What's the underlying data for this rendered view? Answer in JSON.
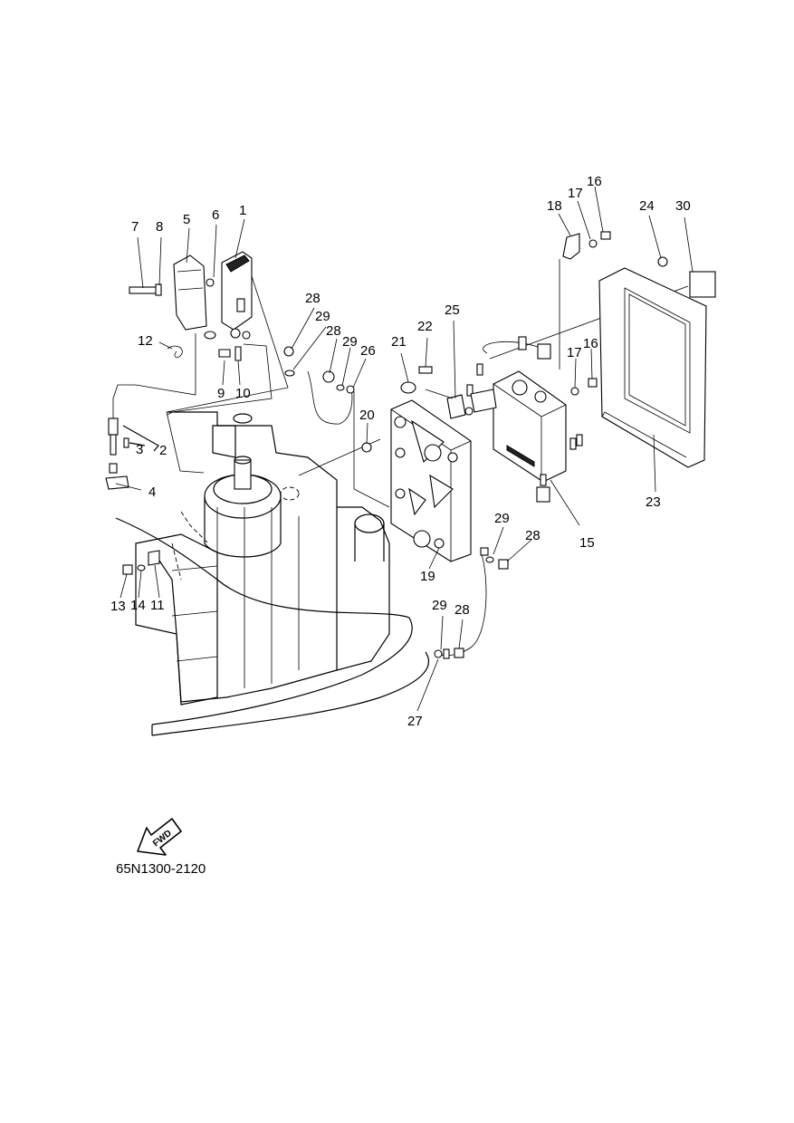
{
  "diagram": {
    "drawing_code": "65N1300-2120",
    "fwd_label": "FWD",
    "callouts": [
      "1",
      "2",
      "3",
      "4",
      "5",
      "6",
      "7",
      "8",
      "9",
      "10",
      "11",
      "12",
      "13",
      "14",
      "15",
      "16",
      "16",
      "17",
      "17",
      "18",
      "19",
      "20",
      "21",
      "22",
      "23",
      "24",
      "25",
      "26",
      "27",
      "28",
      "28",
      "28",
      "28",
      "29",
      "29",
      "29",
      "29",
      "30"
    ]
  }
}
